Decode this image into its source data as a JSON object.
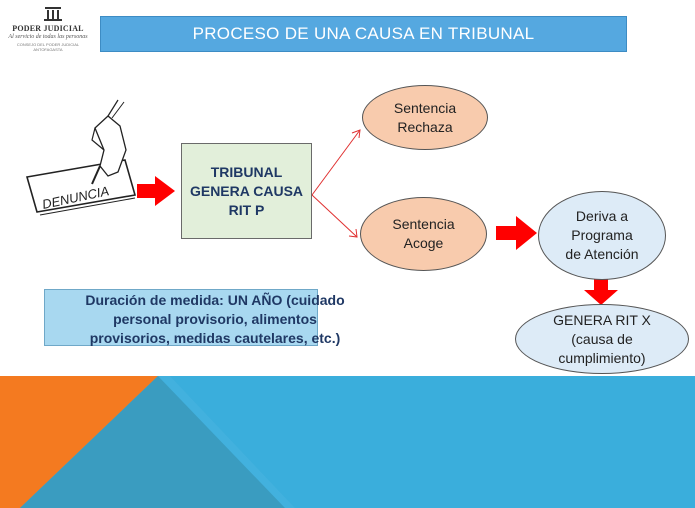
{
  "logo": {
    "line1": "PODER JUDICIAL",
    "line2": "Al servicio de todas las personas",
    "line3": "CONSEJO DEL PODER JUDICIAL ANTOFAGASTA"
  },
  "title": "PROCESO DE UNA CAUSA EN TRIBUNAL",
  "denuncia_label": "DENUNCIA",
  "tribunal": {
    "lines": [
      "TRIBUNAL",
      "GENERA CAUSA",
      "RIT P"
    ]
  },
  "sentencia_rechaza": {
    "lines": [
      "Sentencia",
      "Rechaza"
    ]
  },
  "sentencia_acoge": {
    "lines": [
      "Sentencia",
      "Acoge"
    ]
  },
  "deriva": {
    "lines": [
      "Deriva a",
      "Programa",
      "de Atención"
    ]
  },
  "genera_rit_x": {
    "lines": [
      "GENERA RIT X",
      "(causa de",
      "cumplimiento)"
    ]
  },
  "note": {
    "lines": [
      "Duración de medida: UN AÑO (cuidado",
      "personal provisorio, alimentos",
      "provisorios, medidas cautelares, etc.)"
    ]
  },
  "colors": {
    "title_bar": "#55a8e0",
    "tribunal_fill": "#e2efda",
    "sentencia_fill": "#f8cbad",
    "deriva_fill": "#ddebf7",
    "note_fill": "#a8d8f0",
    "arrow_red": "#ff0000",
    "footer_blue": "#3aaedc",
    "footer_orange": "#f47a20"
  }
}
